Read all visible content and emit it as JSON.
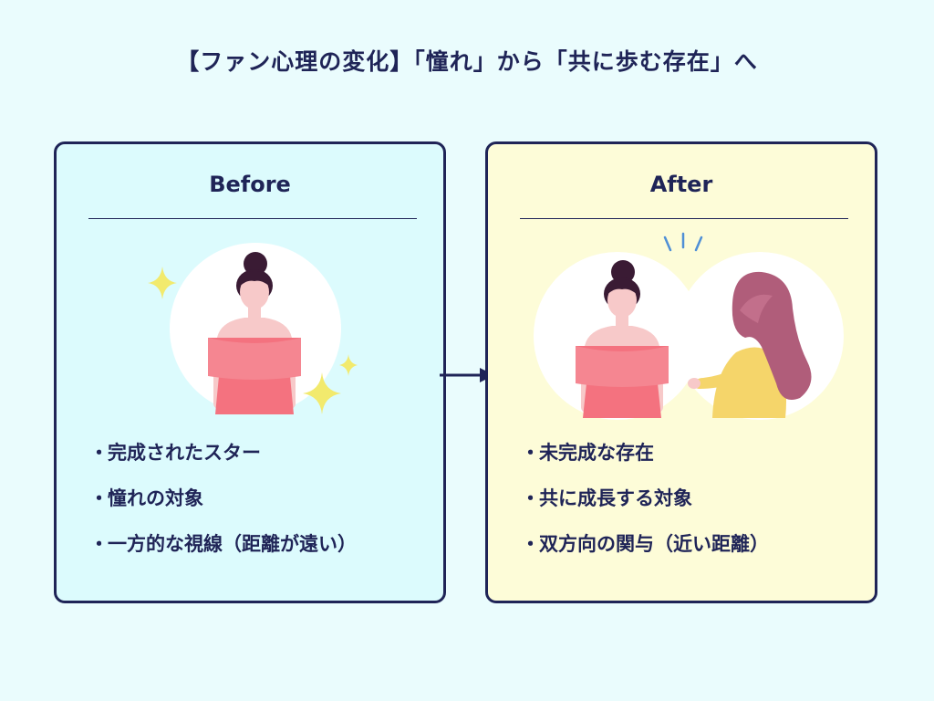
{
  "title": "【ファン心理の変化】「憧れ」から「共に歩む存在」へ",
  "before": {
    "heading": "Before",
    "items": [
      "完成されたスター",
      "憧れの対象",
      "一方的な視線（距離が遠い）"
    ]
  },
  "after": {
    "heading": "After",
    "items": [
      "未完成な存在",
      "共に成長する対象",
      "双方向の関与（近い距離）"
    ]
  },
  "colors": {
    "navy": "#1f2457",
    "before_bg": "#dcfbfd",
    "after_bg": "#fdfcd8",
    "dress": "#f4727f",
    "skin": "#f7c9c9",
    "hair_dark": "#3a1b34",
    "hair_long": "#b05d7a",
    "sweater": "#f5d56a",
    "sparkle": "#f2ea6d",
    "accent_lines": "#4f8fd6"
  }
}
